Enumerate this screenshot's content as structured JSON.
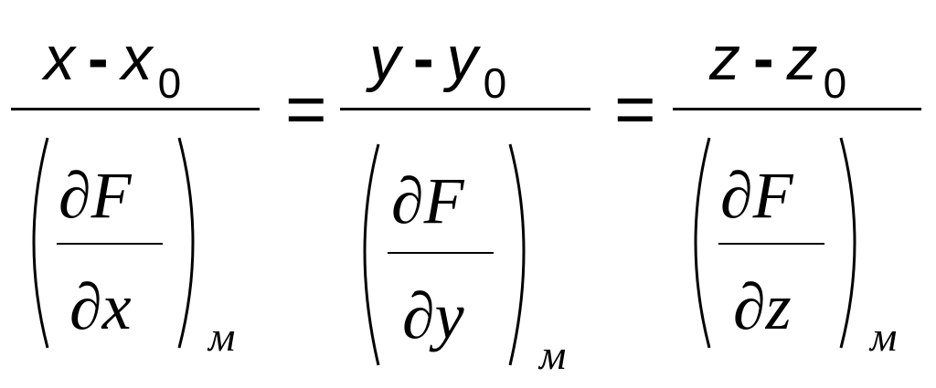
{
  "equation": {
    "terms": [
      {
        "numerator": {
          "var": "x",
          "minus": "-",
          "var0": "x",
          "sub": "0"
        },
        "partial_numerator": "∂F",
        "partial_denominator": "∂x",
        "point_subscript": "м"
      },
      {
        "numerator": {
          "var": "y",
          "minus": "-",
          "var0": "y",
          "sub": "0"
        },
        "partial_numerator": "∂F",
        "partial_denominator": "∂y",
        "point_subscript": "м"
      },
      {
        "numerator": {
          "var": "z",
          "minus": "-",
          "var0": "z",
          "sub": "0"
        },
        "partial_numerator": "∂F",
        "partial_denominator": "∂z",
        "point_subscript": "м"
      }
    ],
    "equals_sign": "="
  }
}
